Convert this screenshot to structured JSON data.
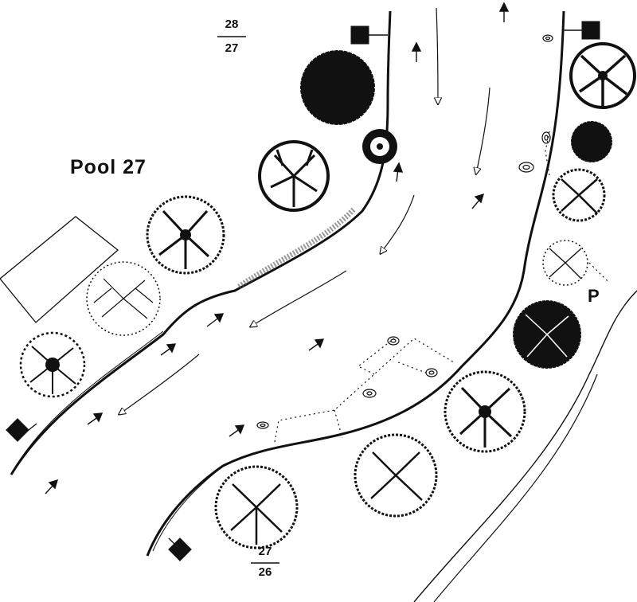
{
  "map": {
    "pool_label": "Pool 27",
    "parking_label": "P",
    "upper_boundary": {
      "upstream": "28",
      "downstream": "27"
    },
    "lower_boundary": {
      "upstream": "27",
      "downstream": "26"
    },
    "colors": {
      "ink": "#111111",
      "paper": "#ffffff"
    },
    "symbols": [
      "marker-square-icon",
      "marker-diamond-icon",
      "tree-icon",
      "shrub-icon",
      "rock-icon",
      "current-arrow-icon",
      "fish-arrow-icon"
    ]
  }
}
